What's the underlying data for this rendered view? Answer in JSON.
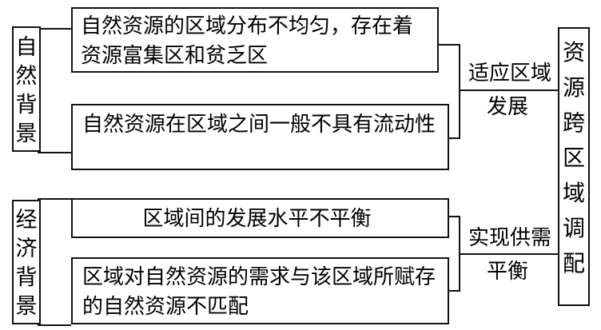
{
  "left_labels": {
    "natural": "自然背景",
    "economic": "经济背景"
  },
  "reasons": {
    "r1": "自然资源的区域分布不均匀，存在着资源富集区和贫乏区",
    "r2": "自然资源在区域之间一般不具有流动性",
    "r3": "区域间的发展水平不平衡",
    "r4": "区域对自然资源的需求与该区域所赋存的自然资源不匹配"
  },
  "connectors": {
    "top_line1": "适应区域",
    "top_line2": "发展",
    "bottom_line1": "实现供需",
    "bottom_line2": "平衡"
  },
  "result": "资源跨区域调配"
}
